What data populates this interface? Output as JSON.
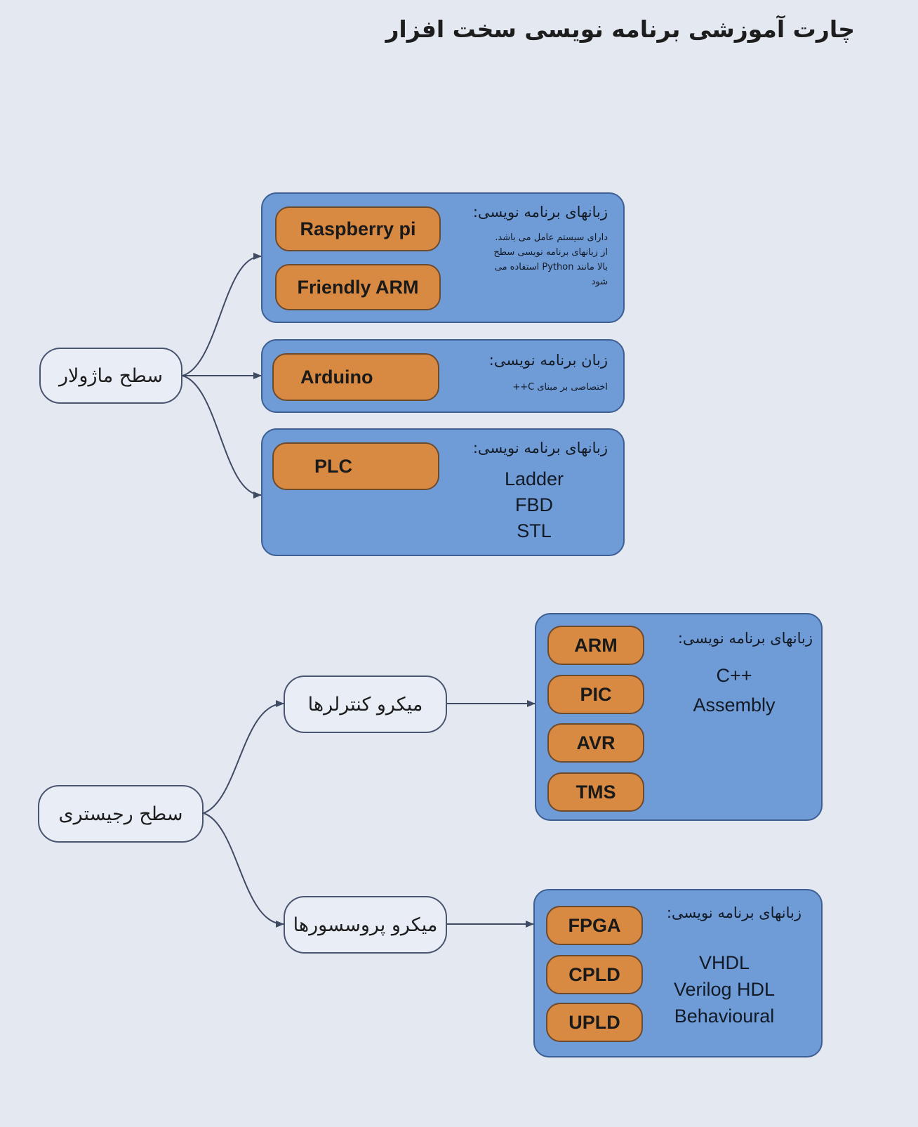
{
  "title": "چارت آموزشی برنامه نویسی سخت افزار",
  "modular": {
    "root": "سطح ماژولار",
    "group1": {
      "chips": [
        "Raspberry pi",
        "Friendly ARM"
      ],
      "heading": "زبانهای برنامه نویسی:",
      "note": [
        "دارای سیستم عامل می باشد.",
        "از زبانهای برنامه نویسی سطح",
        "بالا مانند Python استفاده می",
        "شود"
      ]
    },
    "group2": {
      "chips": [
        "Arduino"
      ],
      "heading": "زبان برنامه نویسی:",
      "note": [
        "اختصاصی بر مبنای C++"
      ]
    },
    "group3": {
      "chips": [
        "PLC"
      ],
      "heading": "زبانهای برنامه نویسی:",
      "languages": [
        "Ladder",
        "FBD",
        "STL"
      ]
    }
  },
  "register": {
    "root": "سطح رجیستری",
    "micro_controllers": {
      "label": "میکرو کنترلرها",
      "chips": [
        "ARM",
        "PIC",
        "AVR",
        "TMS"
      ],
      "heading": "زبانهای برنامه نویسی:",
      "languages": [
        "C++",
        "Assembly"
      ]
    },
    "micro_processors": {
      "label": "میکرو پروسسورها",
      "chips": [
        "FPGA",
        "CPLD",
        "UPLD"
      ],
      "heading": "زبانهای برنامه نویسی:",
      "languages": [
        "VHDL",
        "Verilog HDL",
        "Behavioural"
      ]
    }
  }
}
